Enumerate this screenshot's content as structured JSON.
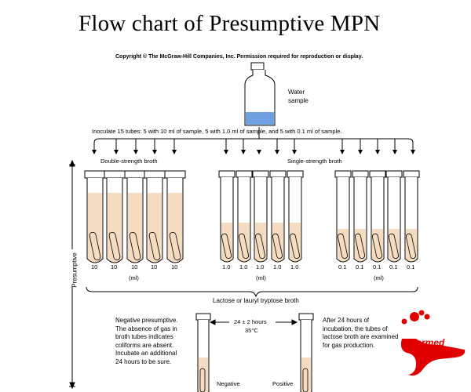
{
  "title": "Flow chart of Presumptive MPN",
  "copyright": "Copyright © The McGraw-Hill Companies, Inc. Permission required for reproduction or display.",
  "water_sample_label_line1": "Water",
  "water_sample_label_line2": "sample",
  "inoculate_text": "Inoculate 15 tubes: 5 with 10 ml of sample, 5 with 1.0 ml of sample, and 5 with 0.1 ml of sample.",
  "double_strength_label": "Double-strength broth",
  "single_strength_label": "Single-strength broth",
  "tube_groups": [
    {
      "volumes": [
        "10",
        "10",
        "10",
        "10",
        "10"
      ],
      "unit": "(ml)"
    },
    {
      "volumes": [
        "1.0",
        "1.0",
        "1.0",
        "1.0",
        "1.0"
      ],
      "unit": "(ml)"
    },
    {
      "volumes": [
        "0.1",
        "0.1",
        "0.1",
        "0.1",
        "0.1"
      ],
      "unit": "(ml)"
    }
  ],
  "broth_label": "Lactose or lauryl tryptose broth",
  "presumptive_label": "Presumptive",
  "incubation_line1": "24 ± 2 hours",
  "incubation_line2": "35°C",
  "negative_text": [
    "Negative presumptive.",
    "The absence of gas in",
    "broth tubes indicates",
    "coliforms are absent.",
    "Incubate an additional",
    "24 hours to be sure."
  ],
  "positive_text": [
    "After 24 hours of",
    "incubation, the tubes of",
    "lactose broth are examined",
    "for gas production."
  ],
  "negative_tube_label": "Negative",
  "positive_tube_label": "Positive",
  "logo_text": "Pharmed",
  "colors": {
    "water": "#6f9fe0",
    "broth": "#f5dcc0",
    "logo": "#e00000"
  }
}
